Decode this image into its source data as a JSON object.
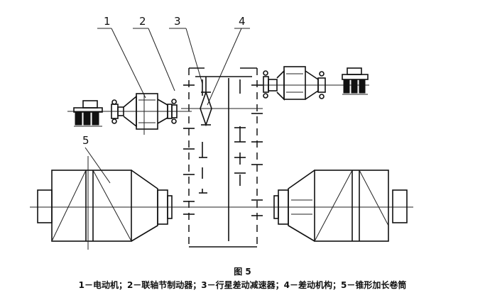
{
  "labels": {
    "n1": "1",
    "n2": "2",
    "n3": "3",
    "n4": "4",
    "n5": "5"
  },
  "caption": {
    "title": "图 5",
    "legend": "1－电动机；2－联轴节制动器；3－行星差动减速器；4－差动机构；5－锥形加长卷筒"
  }
}
